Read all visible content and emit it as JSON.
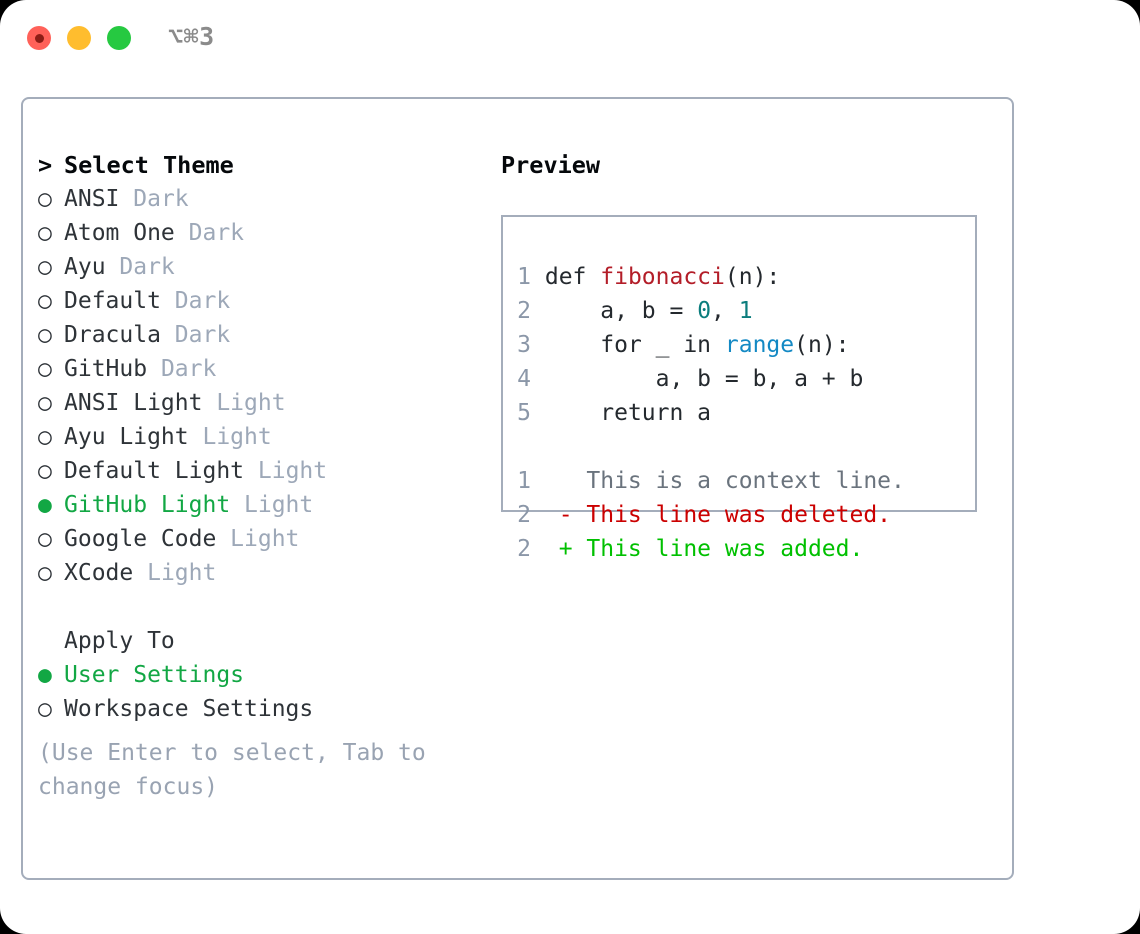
{
  "titlebar": {
    "shortcut": "⌥⌘3",
    "buttons": [
      {
        "name": "close",
        "color": "#ff6159"
      },
      {
        "name": "minimize",
        "color": "#ffbd2e"
      },
      {
        "name": "zoom",
        "color": "#26c941"
      }
    ]
  },
  "theme_picker": {
    "heading": "Select Theme",
    "heading_marker": ">",
    "selected_marker": "●",
    "unselected_marker": "○",
    "items": [
      {
        "label": "ANSI",
        "badge": "Dark",
        "selected": false
      },
      {
        "label": "Atom One",
        "badge": "Dark",
        "selected": false
      },
      {
        "label": "Ayu",
        "badge": "Dark",
        "selected": false
      },
      {
        "label": "Default",
        "badge": "Dark",
        "selected": false
      },
      {
        "label": "Dracula",
        "badge": "Dark",
        "selected": false
      },
      {
        "label": "GitHub",
        "badge": "Dark",
        "selected": false
      },
      {
        "label": "ANSI Light",
        "badge": "Light",
        "selected": false
      },
      {
        "label": "Ayu Light",
        "badge": "Light",
        "selected": false
      },
      {
        "label": "Default Light",
        "badge": "Light",
        "selected": false
      },
      {
        "label": "GitHub Light",
        "badge": "Light",
        "selected": true
      },
      {
        "label": "Google Code",
        "badge": "Light",
        "selected": false
      },
      {
        "label": "XCode",
        "badge": "Light",
        "selected": false
      }
    ]
  },
  "apply_to": {
    "heading": "Apply To",
    "items": [
      {
        "label": "User Settings",
        "selected": true
      },
      {
        "label": "Workspace Settings",
        "selected": false
      }
    ]
  },
  "hint": "(Use Enter to select, Tab to change focus)",
  "preview": {
    "title": "Preview",
    "code_lines": [
      {
        "num": "1",
        "tokens": [
          {
            "t": "def ",
            "c": "plain"
          },
          {
            "t": "fibonacci",
            "c": "kw-func"
          },
          {
            "t": "(n):",
            "c": "plain"
          }
        ]
      },
      {
        "num": "2",
        "tokens": [
          {
            "t": "    a, b = ",
            "c": "plain"
          },
          {
            "t": "0",
            "c": "kw-num"
          },
          {
            "t": ", ",
            "c": "plain"
          },
          {
            "t": "1",
            "c": "kw-num"
          }
        ]
      },
      {
        "num": "3",
        "tokens": [
          {
            "t": "    for _ in ",
            "c": "plain"
          },
          {
            "t": "range",
            "c": "kw-call"
          },
          {
            "t": "(n):",
            "c": "plain"
          }
        ]
      },
      {
        "num": "4",
        "tokens": [
          {
            "t": "        a, b = b, a + b",
            "c": "plain"
          }
        ]
      },
      {
        "num": "5",
        "tokens": [
          {
            "t": "    return a",
            "c": "plain"
          }
        ]
      }
    ],
    "diff_lines": [
      {
        "num": "1",
        "sign": " ",
        "text": "This is a context line.",
        "kind": "diff-ctx"
      },
      {
        "num": "2",
        "sign": "-",
        "text": "This line was deleted.",
        "kind": "diff-del"
      },
      {
        "num": "2",
        "sign": "+",
        "text": "This line was added.",
        "kind": "diff-add"
      }
    ]
  },
  "colors": {
    "accent_green": "#12a744",
    "border": "#a4adbb",
    "muted": "#99a3b2",
    "diff_delete": "#cb0000",
    "diff_add": "#00c000",
    "syntax_function": "#b31d28",
    "syntax_number": "#0b7d7d",
    "syntax_call": "#1389c4"
  }
}
